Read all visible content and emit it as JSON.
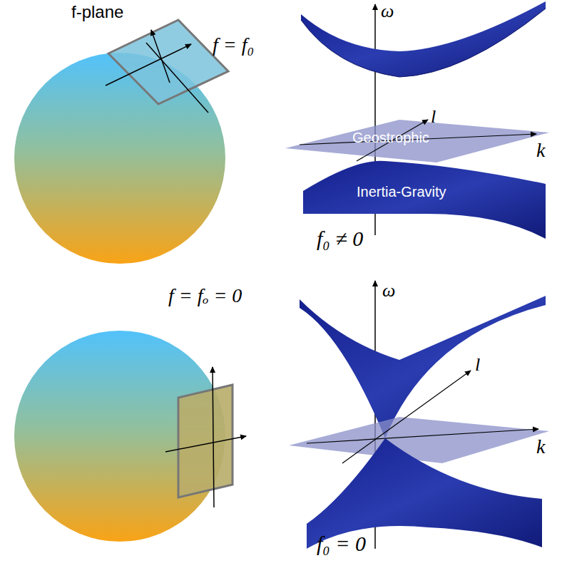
{
  "diagram": {
    "labels": [
      "f-plane",
      "f = f₀",
      "ω",
      "l",
      "k",
      "Geostrophic",
      "Inertia-Gravity",
      "f₀ ≠ 0",
      "f = fₒ = 0",
      "ω",
      "l",
      "k",
      "f₀ = 0"
    ]
  }
}
